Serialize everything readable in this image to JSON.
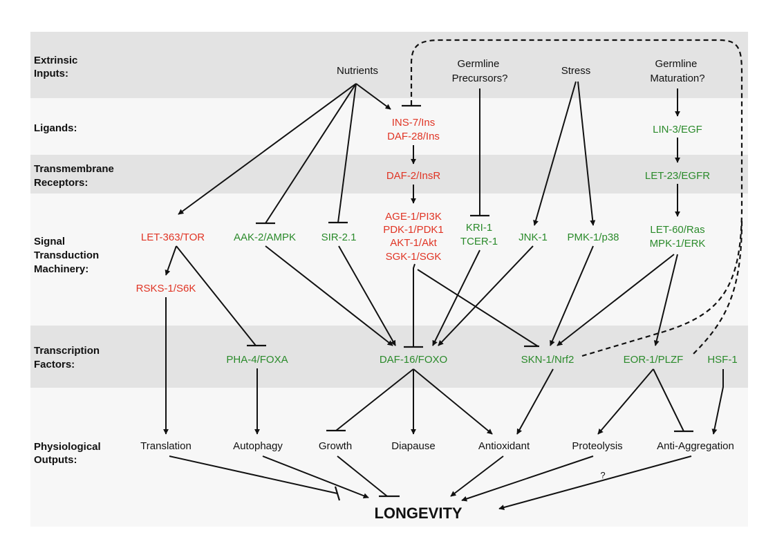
{
  "rows": {
    "extrinsic": [
      "Extrinsic",
      "Inputs:"
    ],
    "ligands": [
      "Ligands:"
    ],
    "receptors": [
      "Transmembrane",
      "Receptors:"
    ],
    "signal": [
      "Signal",
      "Transduction",
      "Machinery:"
    ],
    "tf": [
      "Transcription",
      "Factors:"
    ],
    "outputs": [
      "Physiological",
      "Outputs:"
    ]
  },
  "colors": {
    "inhibitory_node": "#e03424",
    "activating_node": "#2a8a2a",
    "output_node": "#111111",
    "band": "#e3e3e3"
  },
  "nodes": {
    "nutrients": "Nutrients",
    "germline_precursors": [
      "Germline",
      "Precursors?"
    ],
    "stress": "Stress",
    "germline_maturation": [
      "Germline",
      "Maturation?"
    ],
    "ins7": "INS-7/Ins",
    "daf28": "DAF-28/Ins",
    "lin3": "LIN-3/EGF",
    "daf2": "DAF-2/InsR",
    "let23": "LET-23/EGFR",
    "age1": "AGE-1/PI3K",
    "pdk1": "PDK-1/PDK1",
    "akt1": "AKT-1/Akt",
    "sgk1": "SGK-1/SGK",
    "let363": "LET-363/TOR",
    "aak2": "AAK-2/AMPK",
    "sir21": "SIR-2.1",
    "kri1": "KRI-1",
    "tcer1": "TCER-1",
    "jnk1": "JNK-1",
    "pmk1": "PMK-1/p38",
    "let60": "LET-60/Ras",
    "mpk1": "MPK-1/ERK",
    "rsks1": "RSKS-1/S6K",
    "pha4": "PHA-4/FOXA",
    "daf16": "DAF-16/FOXO",
    "skn1": "SKN-1/Nrf2",
    "eor1": "EOR-1/PLZF",
    "hsf1": "HSF-1",
    "translation": "Translation",
    "autophagy": "Autophagy",
    "growth": "Growth",
    "diapause": "Diapause",
    "antioxidant": "Antioxidant",
    "proteolysis": "Proteolysis",
    "anti_aggregation": "Anti-Aggregation",
    "longevity": "LONGEVITY",
    "question": "?"
  }
}
